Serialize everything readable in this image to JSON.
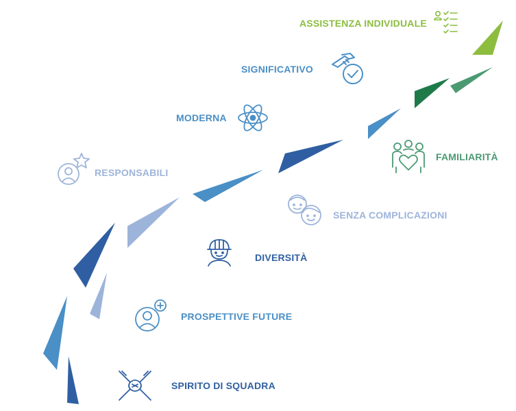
{
  "labels": {
    "assistenza": "ASSISTENZA INDIVIDUALE",
    "significativo": "SIGNIFICATIVO",
    "moderna": "MODERNA",
    "familiarita": "FAMILIARITÀ",
    "responsabili": "RESPONSABILI",
    "senza": "SENZA COMPLICAZIONI",
    "diversita": "DIVERSITÀ",
    "prospettive": "PROSPETTIVE FUTURE",
    "spirito": "SPIRITO DI SQUADRA"
  },
  "icons": {
    "assistenza": "checklist-person-icon",
    "significativo": "handshake-check-icon",
    "moderna": "atom-icon",
    "familiarita": "family-heart-icon",
    "responsabili": "person-star-icon",
    "senza": "two-faces-icon",
    "diversita": "worker-helmet-icon",
    "prospettive": "person-plus-icon",
    "spirito": "team-hands-icon"
  },
  "colors": {
    "green": "#8cbd3f",
    "teal": "#4a9a72",
    "dark_green": "#1f7a4a",
    "blue": "#4a8fc6",
    "dark_blue": "#2f5fa2",
    "light_blue": "#9db4da"
  }
}
